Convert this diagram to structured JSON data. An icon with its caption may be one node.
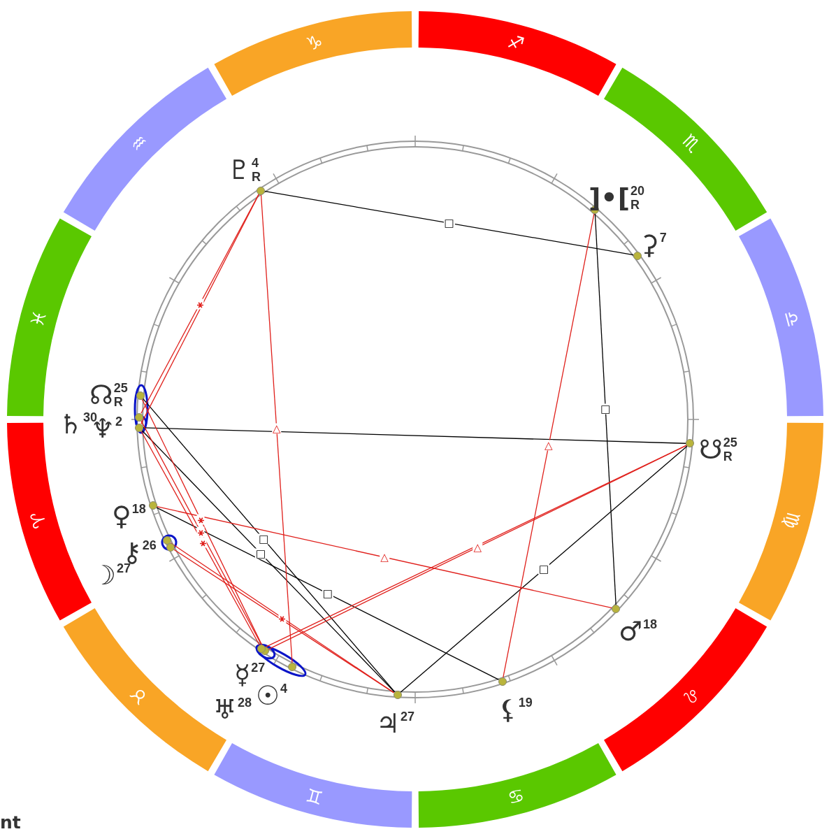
{
  "diagram": {
    "nodes": [
      {
        "text": [
          "♑"
        ]
      },
      {
        "text": [
          "♐"
        ]
      },
      {
        "text": [
          "♏"
        ]
      },
      {
        "text": [
          "♎"
        ]
      },
      {
        "text": [
          "♍"
        ]
      },
      {
        "text": [
          "♌"
        ]
      },
      {
        "text": [
          "♋"
        ]
      },
      {
        "text": [
          "♊"
        ]
      },
      {
        "text": [
          "♉"
        ]
      },
      {
        "text": [
          "♈"
        ]
      },
      {
        "text": [
          "♓"
        ]
      },
      {
        "text": [
          "♒"
        ]
      },
      {
        "text": [],
        "shape": "circle",
        "beside": [
          "♇",
          "4",
          "R"
        ]
      },
      {
        "text": [],
        "shape": "circle",
        "beside": [
          "]•[",
          "20",
          "R"
        ]
      },
      {
        "text": [],
        "shape": "circle",
        "beside": [
          "⚳",
          "7"
        ]
      },
      {
        "text": [],
        "shape": "circle",
        "beside": [
          "☊",
          "25",
          "R"
        ]
      },
      {
        "text": [],
        "shape": "circle",
        "beside": [
          "♄",
          "30"
        ]
      },
      {
        "text": [],
        "shape": "circle",
        "beside": [
          "♆",
          "2"
        ]
      },
      {
        "text": [],
        "shape": "circle",
        "beside": [
          "☋",
          "25",
          "R"
        ]
      },
      {
        "text": [],
        "shape": "circle",
        "beside": [
          "♀",
          "18"
        ]
      },
      {
        "text": [],
        "shape": "circle",
        "beside": [
          "⚷",
          "26"
        ]
      },
      {
        "text": [],
        "shape": "circle",
        "beside": [
          "☽",
          "27"
        ]
      },
      {
        "text": [],
        "shape": "circle",
        "beside": [
          "☿",
          "27"
        ]
      },
      {
        "text": [],
        "shape": "circle",
        "beside": [
          "♅",
          "28"
        ]
      },
      {
        "text": [],
        "shape": "circle",
        "beside": [
          "☉",
          "4"
        ]
      },
      {
        "text": [],
        "shape": "circle",
        "beside": [
          "♃",
          "27"
        ]
      },
      {
        "text": [],
        "shape": "circle",
        "beside": [
          "⚸",
          "19"
        ]
      },
      {
        "text": [],
        "shape": "circle",
        "beside": [
          "♂",
          "18"
        ]
      }
    ],
    "edges": [
      {
        "from": 12,
        "to": 14,
        "arrow": "none",
        "label": "□",
        "color": "#000000"
      },
      {
        "from": 13,
        "to": 27,
        "arrow": "none",
        "label": "□",
        "color": "#000000"
      },
      {
        "from": 18,
        "to": 25,
        "arrow": "none",
        "label": "□",
        "color": "#000000"
      },
      {
        "from": 17,
        "to": 18,
        "arrow": "none",
        "color": "#000000"
      },
      {
        "from": 15,
        "to": 25,
        "arrow": "none",
        "label": "□",
        "color": "#000000"
      },
      {
        "from": 17,
        "to": 25,
        "arrow": "none",
        "label": "□",
        "color": "#000000"
      },
      {
        "from": 19,
        "to": 26,
        "arrow": "none",
        "label": "□",
        "color": "#000000"
      },
      {
        "from": 12,
        "to": 16,
        "arrow": "none",
        "label": "⚹"
      },
      {
        "from": 12,
        "to": 17,
        "arrow": "none"
      },
      {
        "from": 12,
        "to": 24,
        "arrow": "none",
        "label": "△"
      },
      {
        "from": 13,
        "to": 26,
        "arrow": "none",
        "label": "△"
      },
      {
        "from": 19,
        "to": 27,
        "arrow": "none",
        "label": "△"
      },
      {
        "from": 18,
        "to": 22,
        "arrow": "none",
        "label": "△"
      },
      {
        "from": 18,
        "to": 23,
        "arrow": "none"
      },
      {
        "from": 15,
        "to": 22,
        "arrow": "none",
        "label": "⚹"
      },
      {
        "from": 16,
        "to": 22,
        "arrow": "none",
        "label": "⚹"
      },
      {
        "from": 17,
        "to": 23,
        "arrow": "none",
        "label": "⚹"
      },
      {
        "from": 20,
        "to": 25,
        "arrow": "none",
        "label": "⚹"
      },
      {
        "from": 21,
        "to": 25,
        "arrow": "none"
      }
    ],
    "labels": [
      "nt"
    ]
  }
}
